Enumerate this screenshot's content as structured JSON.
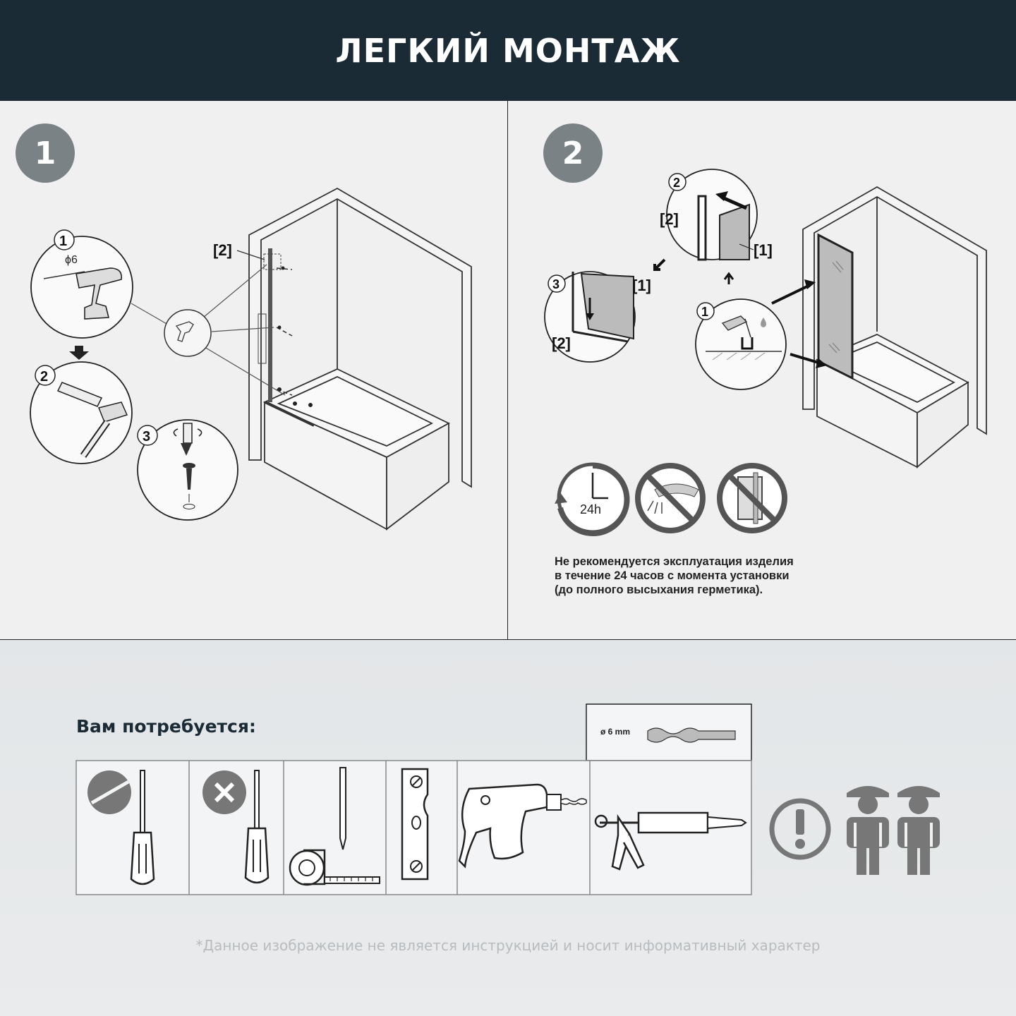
{
  "header": {
    "title": "ЛЕГКИЙ МОНТАЖ"
  },
  "steps": [
    {
      "number": "1"
    },
    {
      "number": "2"
    }
  ],
  "step1": {
    "callouts": [
      "1",
      "2",
      "3"
    ],
    "drill_size": "ϕ6",
    "part_label": "[2]"
  },
  "step2": {
    "callouts": [
      "1",
      "2",
      "3"
    ],
    "label_1": "[1]",
    "label_2": "[2]",
    "time_label": "24h",
    "warning_lines": [
      "Не рекомендуется эксплуатация изделия",
      "в течение 24 часов с момента установки",
      "(до полного высыхания герметика)."
    ]
  },
  "tools": {
    "title": "Вам потребуется:",
    "drill_bit_label": "ø 6 mm",
    "items": [
      "flat-screwdriver",
      "phillips-screwdriver",
      "pencil-and-tape-measure",
      "spirit-level",
      "hammer-drill",
      "caulking-gun"
    ],
    "people_note": "two-installers"
  },
  "footnote": "*Данное изображение не является инструкцией и носит информативный характер"
}
